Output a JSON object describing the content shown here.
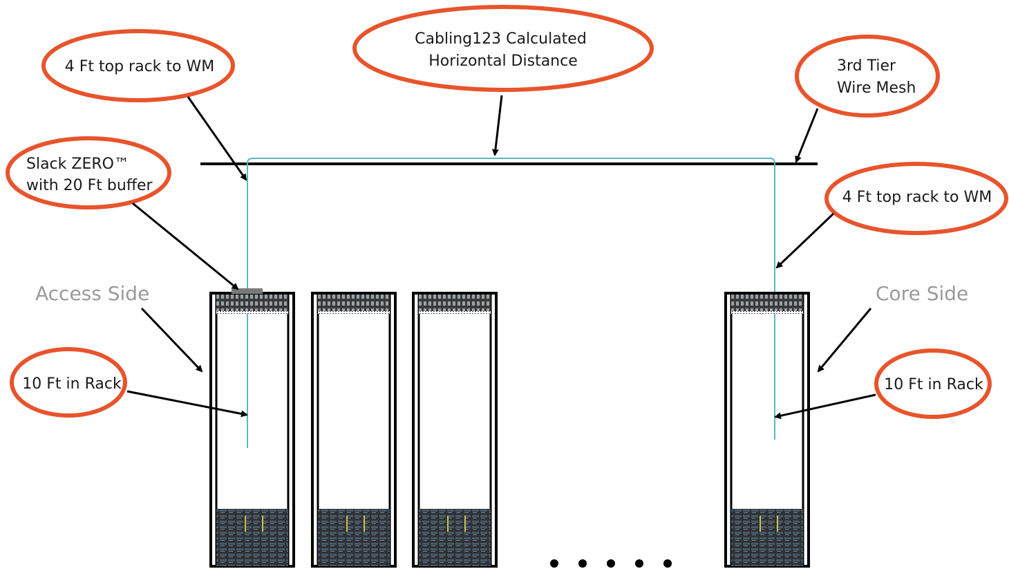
{
  "colors": {
    "callout_border": "#e8542c",
    "cable": "#5ab8c0",
    "wire_mesh": "#000000",
    "side_label": "#9a9a9a",
    "rack": "#000000"
  },
  "labels": {
    "calc_distance_line1": "Cabling123 Calculated",
    "calc_distance_line2": "Horizontal Distance",
    "left_top_rack": "4 Ft top rack to WM",
    "right_top_rack": "4 Ft top rack to WM",
    "wire_mesh_line1": "3rd Tier",
    "wire_mesh_line2": "Wire Mesh",
    "slack_line1": "Slack ZERO™",
    "slack_line2": "with 20 Ft buffer",
    "left_in_rack": "10 Ft in Rack",
    "right_in_rack": "10 Ft in Rack",
    "access_side": "Access Side",
    "core_side": "Core Side"
  }
}
